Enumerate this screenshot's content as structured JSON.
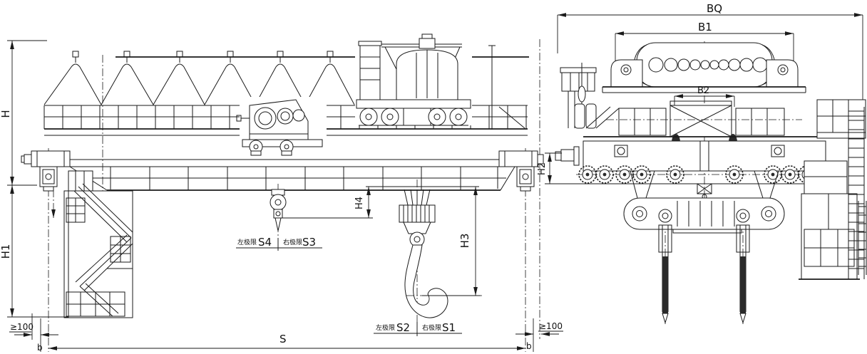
{
  "drawing": {
    "kind": "overhead bridge crane general arrangement, two orthographic views",
    "colors": {
      "line": "#1a1a1a",
      "background": "#ffffff"
    }
  },
  "labels": {
    "h": "H",
    "h1": "H1",
    "h2": "H2",
    "h3": "H3",
    "h4": "H4",
    "s": "S",
    "bq": "BQ",
    "b1": "B1",
    "b2": "B2",
    "aux_left_label": "左极限",
    "aux_left_value": "S4",
    "aux_right_label": "右极限",
    "aux_right_value": "S3",
    "main_left_label": "左极限",
    "main_left_value": "S2",
    "main_right_label": "右极限",
    "main_right_value": "S1",
    "clearance_left": "≥100",
    "clearance_right": "≥100",
    "rail_offset_left": "b",
    "rail_offset_right": "b"
  }
}
